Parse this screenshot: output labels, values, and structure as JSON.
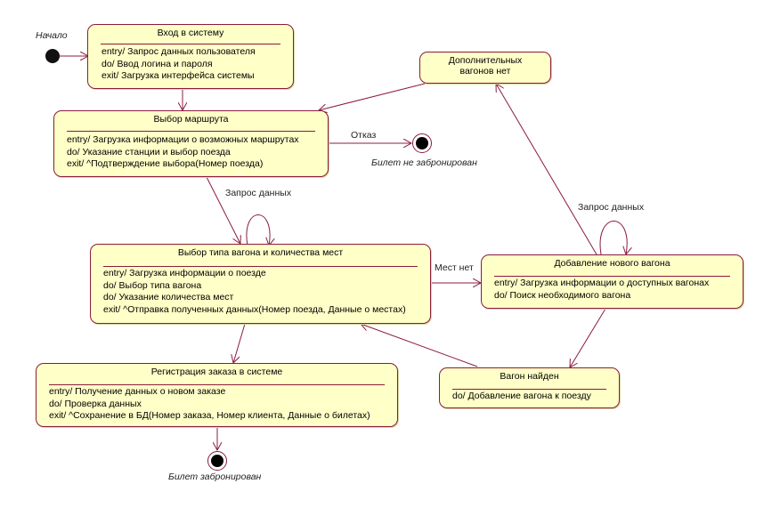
{
  "initial_label": "Начало",
  "states": {
    "login": {
      "title": "Вход в систему",
      "entry": "entry/ Запрос данных пользователя",
      "do": "do/ Ввод логина и пароля",
      "exit": "exit/ Загрузка интерфейса системы"
    },
    "route": {
      "title": "Выбор маршрута",
      "entry": "entry/ Загрузка информации о возможных маршрутах",
      "do": "do/ Указание станции и выбор поезда",
      "exit": "exit/ ^Подтверждение выбора(Номер поезда)"
    },
    "wagon_type": {
      "title": "Выбор типа вагона и количества мест",
      "entry": "entry/ Загрузка информации о поезде",
      "do1": "do/ Выбор типа вагона",
      "do2": "do/ Указание количества мест",
      "exit": "exit/ ^Отправка полученных данных(Номер поезда, Данные о местах)"
    },
    "registration": {
      "title": "Регистрация заказа в системе",
      "entry": "entry/ Получение данных о новом заказе",
      "do": "do/ Проверка данных",
      "exit": "exit/ ^Сохранение в БД(Номер заказа, Номер клиента, Данные о билетах)"
    },
    "no_wagons": {
      "title_line1": "Дополнительных",
      "title_line2": "вагонов нет"
    },
    "add_wagon": {
      "title": "Добавление нового вагона",
      "entry": "entry/ Загрузка информации о доступных вагонах",
      "do": "do/ Поиск необходимого вагона"
    },
    "wagon_found": {
      "title": "Вагон найден",
      "do": "do/ Добавление вагона к поезду"
    }
  },
  "transitions": {
    "refuse": "Отказ",
    "request_data_1": "Запрос данных",
    "no_seats": "Мест нет",
    "request_data_2": "Запрос данных"
  },
  "finals": {
    "not_booked": "Билет не забронирован",
    "booked": "Билет забронирован"
  },
  "colors": {
    "state_fill": "#ffffc8",
    "border": "#8b1c3c"
  }
}
